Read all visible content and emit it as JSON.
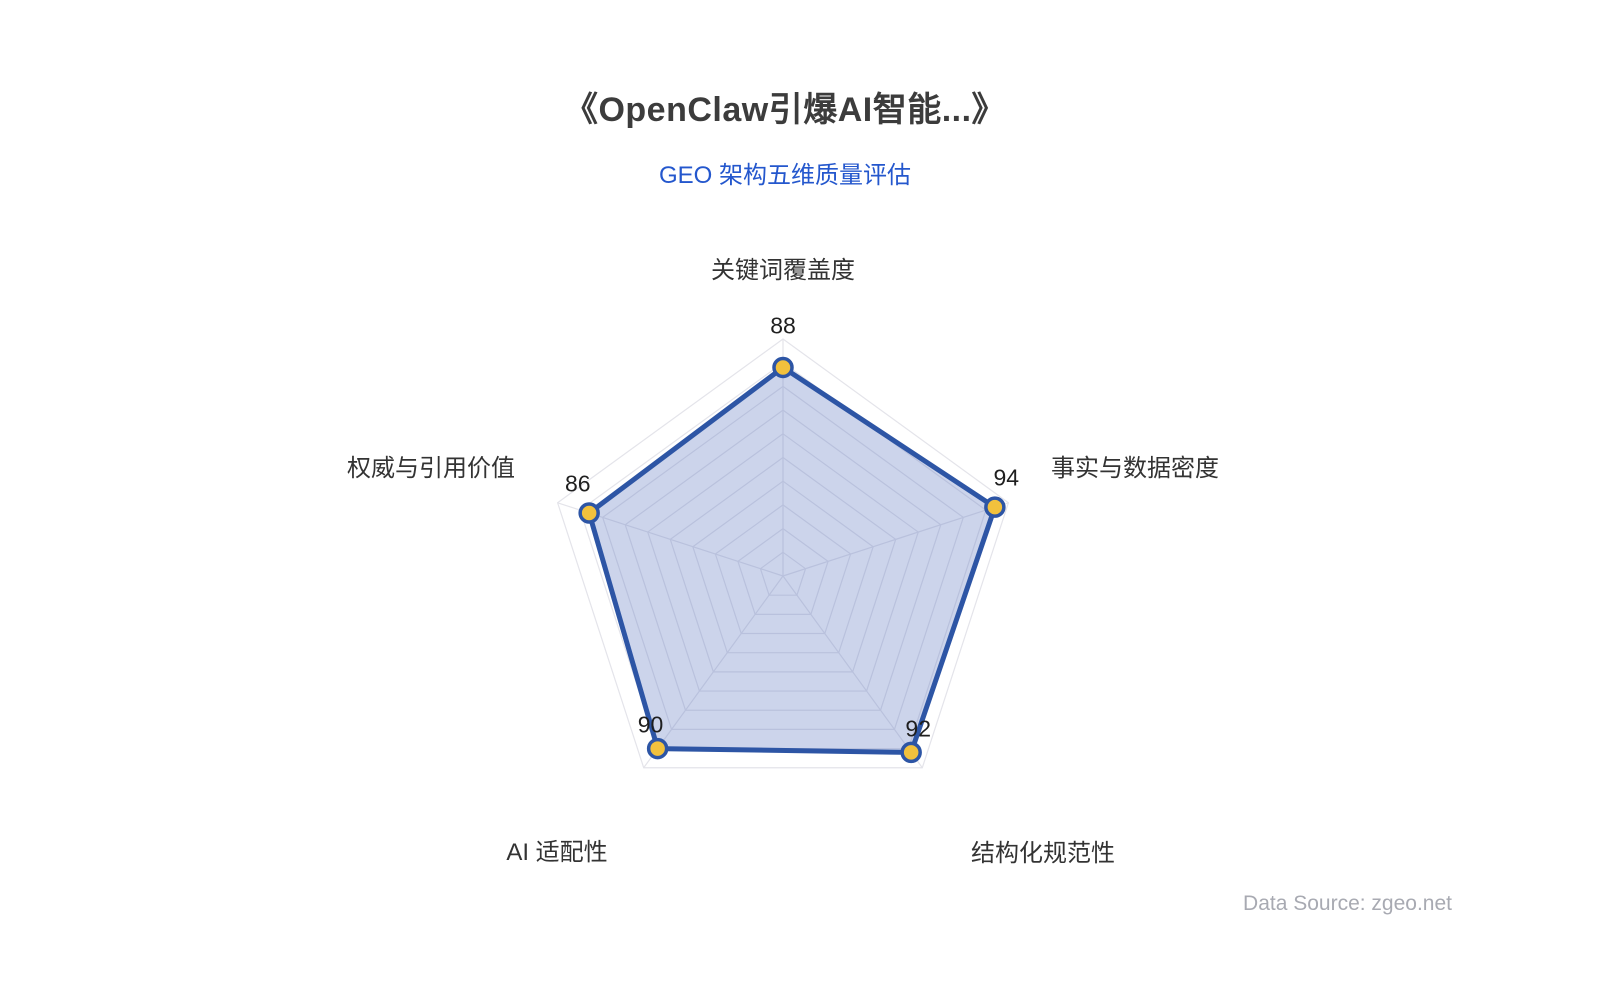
{
  "header": {
    "title": "《OpenClaw引爆AI智能...》",
    "subtitle": "GEO 架构五维质量评估"
  },
  "footer": {
    "source": "Data Source: zgeo.net"
  },
  "chart_data": {
    "type": "radar",
    "categories": [
      "关键词覆盖度",
      "事实与数据密度",
      "结构化规范性",
      "AI 适配性",
      "权威与引用价值"
    ],
    "values": [
      88,
      94,
      92,
      90,
      86
    ],
    "value_min": 0,
    "value_max": 100,
    "grid_rings": 10,
    "grid_shape": "pentagon",
    "title": "《OpenClaw引爆AI智能...》",
    "subtitle": "GEO 架构五维质量评估",
    "annotation": "Data Source: zgeo.net",
    "legend_position": "none",
    "colors": {
      "line": "#2d55a5",
      "fill": "rgba(95,122,192,0.32)",
      "point_fill": "#f2c13d",
      "point_border": "#2d55a5",
      "grid": "#e4e4ea",
      "axis_label": "#333333",
      "value_label": "#1f1f1f",
      "subtitle_text": "#2457cd",
      "title_text": "#3c3c3c",
      "source_text": "#a8aab2"
    }
  }
}
